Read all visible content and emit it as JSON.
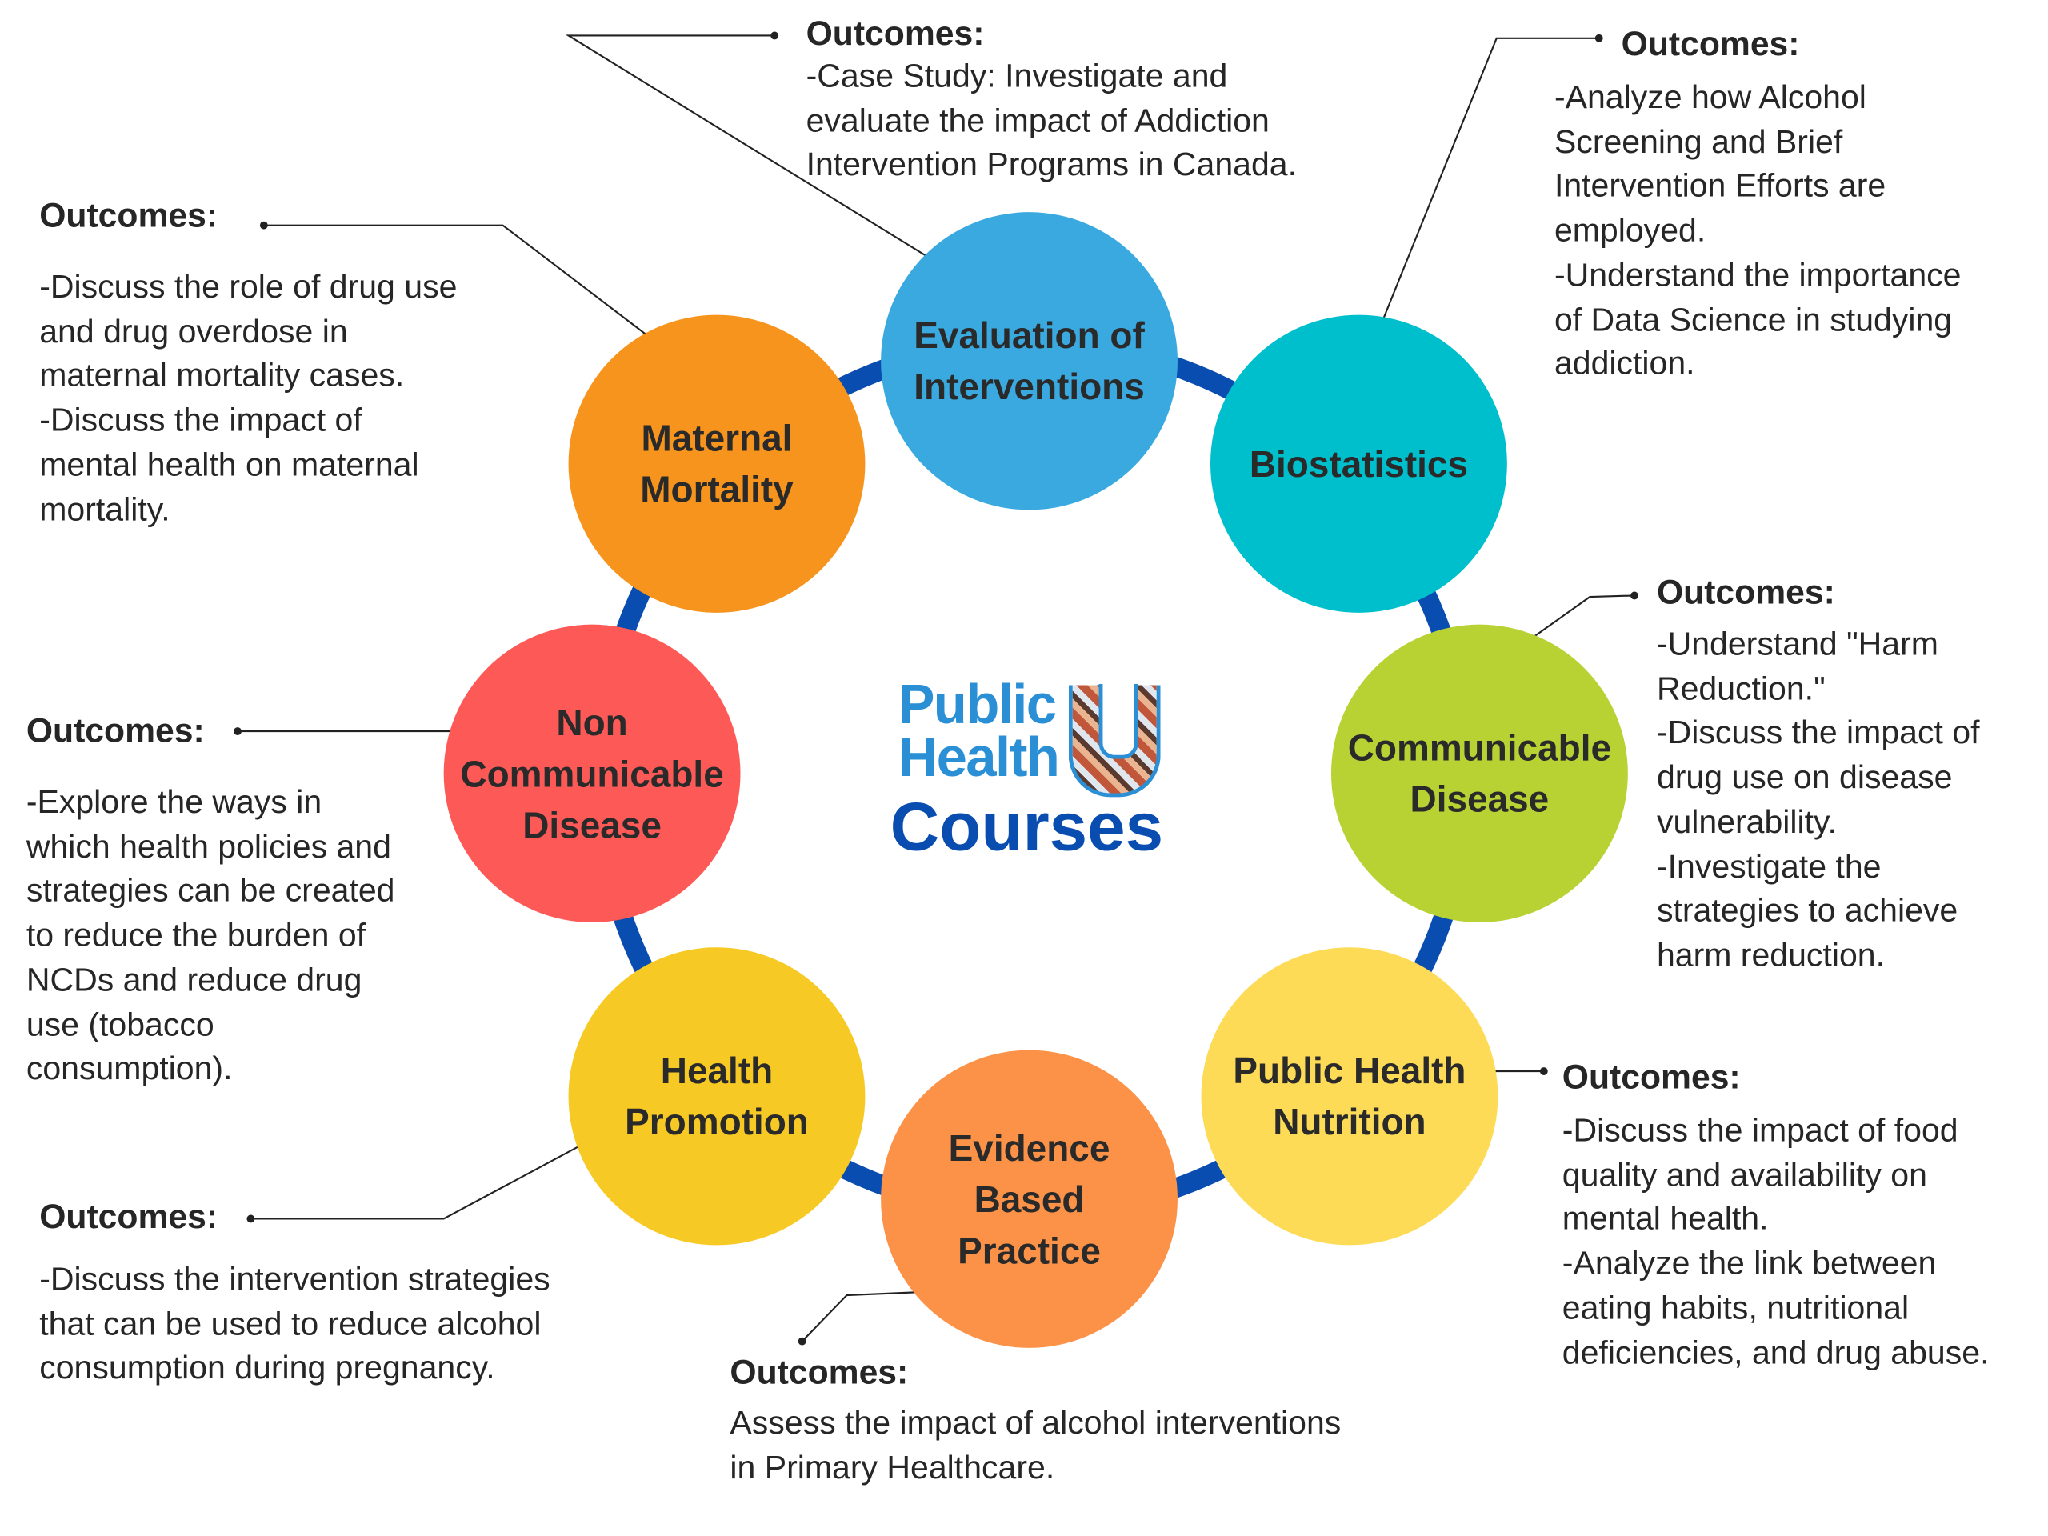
{
  "colors": {
    "ring": "#0a4db0",
    "evaluation": "#3aa9e0",
    "biostatistics": "#00bfcc",
    "communicable": "#b8d234",
    "nutrition": "#fddb57",
    "evidence": "#fb9248",
    "promotion": "#f7c924",
    "noncommunicable": "#fd5a57",
    "maternal": "#f7941d"
  },
  "logo": {
    "line1": "Public",
    "line2": "Health",
    "letter": "U",
    "line3": "Courses"
  },
  "courses": {
    "evaluation": {
      "title": [
        "Evaluation of",
        "Interventions"
      ],
      "heading": "Outcomes:",
      "lines": [
        "-Case Study: Investigate and",
        "evaluate the impact of Addiction",
        "Intervention Programs in Canada."
      ]
    },
    "biostatistics": {
      "title": [
        "Biostatistics"
      ],
      "heading": "Outcomes:",
      "lines": [
        "-Analyze how Alcohol",
        "Screening and Brief",
        "Intervention Efforts are",
        "employed.",
        "-Understand the importance",
        "of Data Science in studying",
        "addiction."
      ]
    },
    "maternal": {
      "title": [
        "Maternal",
        "Mortality"
      ],
      "heading": "Outcomes:",
      "lines": [
        "-Discuss the role of drug use",
        "and drug overdose in",
        "maternal mortality cases.",
        "-Discuss the impact of",
        "mental health on maternal",
        "mortality."
      ]
    },
    "communicable": {
      "title": [
        "Communicable",
        "Disease"
      ],
      "heading": "Outcomes:",
      "lines": [
        "-Understand \"Harm",
        "Reduction.\"",
        "-Discuss the impact of",
        "drug use on disease",
        "vulnerability.",
        "-Investigate the",
        "strategies to achieve",
        "harm reduction."
      ]
    },
    "noncommunicable": {
      "title": [
        "Non",
        "Communicable",
        "Disease"
      ],
      "heading": "Outcomes:",
      "lines": [
        "-Explore the ways in",
        "which health policies and",
        "strategies can be created",
        "to reduce the burden of",
        "NCDs and reduce drug",
        "use (tobacco",
        "consumption)."
      ]
    },
    "nutrition": {
      "title": [
        "Public Health",
        "Nutrition"
      ],
      "heading": "Outcomes:",
      "lines": [
        "-Discuss the impact of food",
        "quality and availability on",
        "mental health.",
        "-Analyze the link between",
        "eating habits, nutritional",
        "deficiencies, and drug abuse."
      ]
    },
    "promotion": {
      "title": [
        "Health",
        "Promotion"
      ],
      "heading": "Outcomes:",
      "lines": [
        "-Discuss the intervention strategies",
        "that can be used to reduce alcohol",
        "consumption during pregnancy."
      ]
    },
    "evidence": {
      "title": [
        "Evidence",
        "Based",
        "Practice"
      ],
      "heading": "Outcomes:",
      "lines": [
        "Assess the impact of alcohol interventions",
        "in Primary Healthcare."
      ]
    }
  }
}
